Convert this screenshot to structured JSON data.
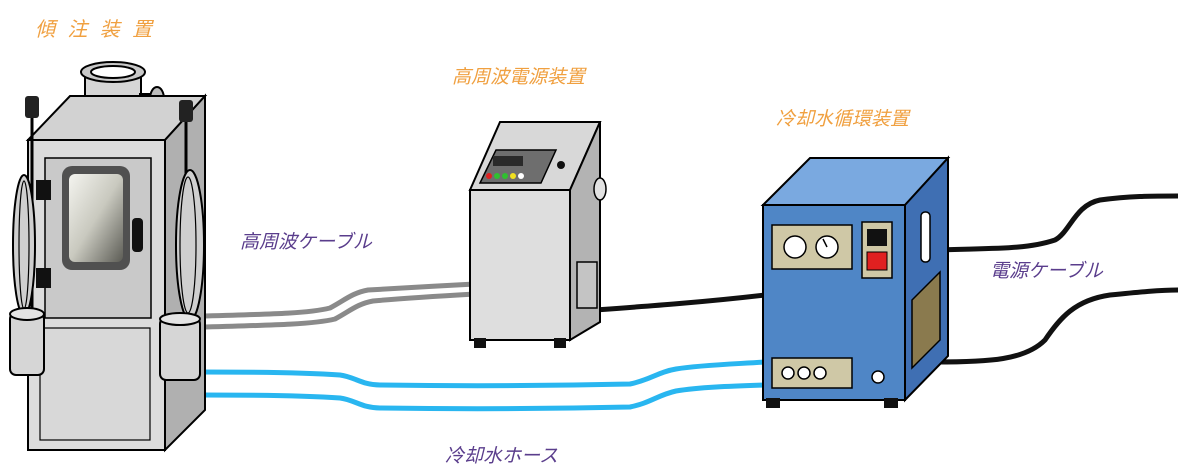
{
  "labels": {
    "tilt_device": "傾 注 装 置",
    "hf_power": "高周波電源装置",
    "cooling_unit": "冷却水循環装置",
    "hf_cable": "高周波ケーブル",
    "power_cable": "電源ケーブル",
    "cooling_hose": "冷却水ホース"
  },
  "colors": {
    "device_label": "#f0a040",
    "cable_label": "#5a3d8c",
    "hf_cable": "#8a8a8a",
    "hose": "#29b6f0",
    "power_cable": "#111111",
    "cooling_body": "#4f86c6"
  }
}
